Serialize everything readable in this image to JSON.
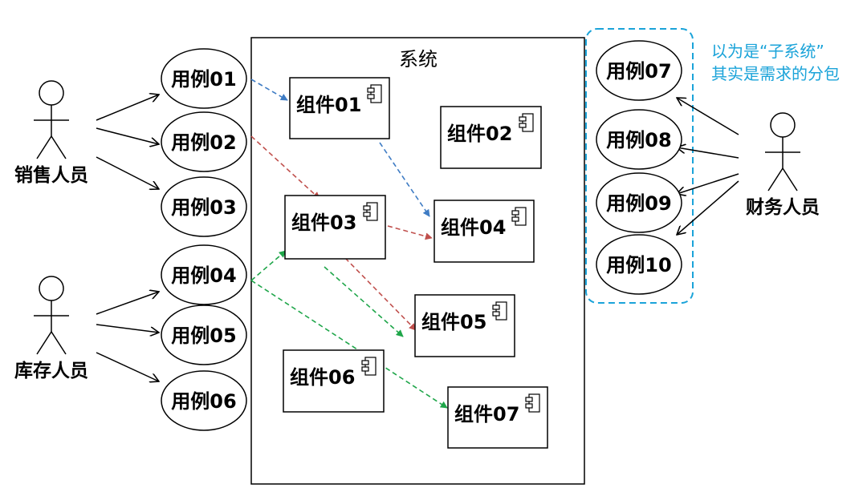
{
  "system": {
    "title": "系统"
  },
  "note": {
    "line1": "以为是“子系统”",
    "line2": "其实是需求的分包",
    "color": "#1aa3d9"
  },
  "actors": [
    {
      "id": "sales",
      "label": "销售人员"
    },
    {
      "id": "stock",
      "label": "库存人员"
    },
    {
      "id": "finance",
      "label": "财务人员"
    }
  ],
  "usecases": [
    {
      "id": "uc01",
      "label": "用例01"
    },
    {
      "id": "uc02",
      "label": "用例02"
    },
    {
      "id": "uc03",
      "label": "用例03"
    },
    {
      "id": "uc04",
      "label": "用例04"
    },
    {
      "id": "uc05",
      "label": "用例05"
    },
    {
      "id": "uc06",
      "label": "用例06"
    },
    {
      "id": "uc07",
      "label": "用例07"
    },
    {
      "id": "uc08",
      "label": "用例08"
    },
    {
      "id": "uc09",
      "label": "用例09"
    },
    {
      "id": "uc10",
      "label": "用例10"
    }
  ],
  "components": [
    {
      "id": "c01",
      "label": "组件01"
    },
    {
      "id": "c02",
      "label": "组件02"
    },
    {
      "id": "c03",
      "label": "组件03"
    },
    {
      "id": "c04",
      "label": "组件04"
    },
    {
      "id": "c05",
      "label": "组件05"
    },
    {
      "id": "c06",
      "label": "组件06"
    },
    {
      "id": "c07",
      "label": "组件07"
    }
  ],
  "associations": [
    {
      "from": "sales",
      "to": "uc01"
    },
    {
      "from": "sales",
      "to": "uc02"
    },
    {
      "from": "sales",
      "to": "uc03"
    },
    {
      "from": "stock",
      "to": "uc04"
    },
    {
      "from": "stock",
      "to": "uc05"
    },
    {
      "from": "stock",
      "to": "uc06"
    },
    {
      "from": "finance",
      "to": "uc07"
    },
    {
      "from": "finance",
      "to": "uc08"
    },
    {
      "from": "finance",
      "to": "uc09"
    },
    {
      "from": "finance",
      "to": "uc10"
    }
  ],
  "dependencies": [
    {
      "from": "uc01",
      "to": "c01",
      "color": "#3f7cc4"
    },
    {
      "from": "c01",
      "to": "c04",
      "color": "#3f7cc4"
    },
    {
      "from": "uc02",
      "to": "c03",
      "color": "#c0504d"
    },
    {
      "from": "c03",
      "to": "c04",
      "color": "#c0504d"
    },
    {
      "from": "c03",
      "to": "c05",
      "color": "#c0504d"
    },
    {
      "from": "uc04",
      "to": "c03",
      "color": "#1fa64a"
    },
    {
      "from": "c03",
      "to": "c05",
      "color": "#1fa64a"
    },
    {
      "from": "uc04",
      "to": "c07",
      "color": "#1fa64a"
    }
  ]
}
